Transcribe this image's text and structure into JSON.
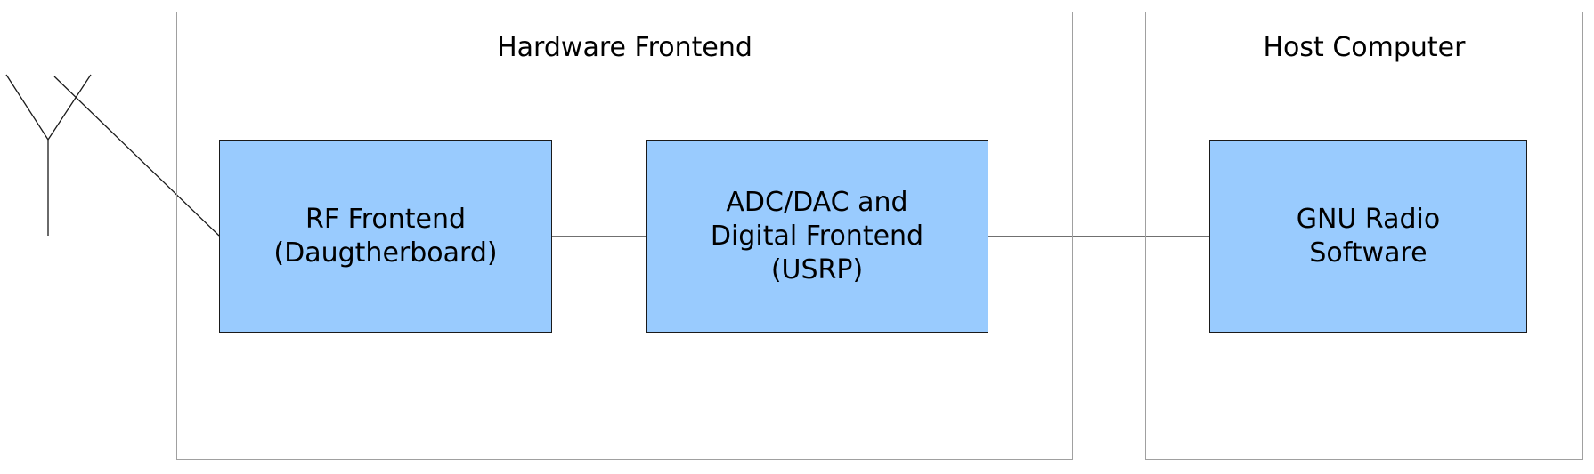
{
  "colors": {
    "block_fill": "#99cbfe",
    "block_border": "#1a1a1a",
    "group_border": "#a0a0a0",
    "wire": "#1a1a1a"
  },
  "groups": {
    "hardware": {
      "title": "Hardware Frontend"
    },
    "host": {
      "title": "Host Computer"
    }
  },
  "blocks": {
    "rf": {
      "lines": [
        "RF Frontend",
        "(Daugtherboard)"
      ]
    },
    "adc": {
      "lines": [
        "ADC/DAC and",
        "Digital Frontend",
        "(USRP)"
      ]
    },
    "gnu": {
      "lines": [
        "GNU Radio",
        "Software"
      ]
    }
  },
  "icons": {
    "antenna": "antenna-icon"
  }
}
